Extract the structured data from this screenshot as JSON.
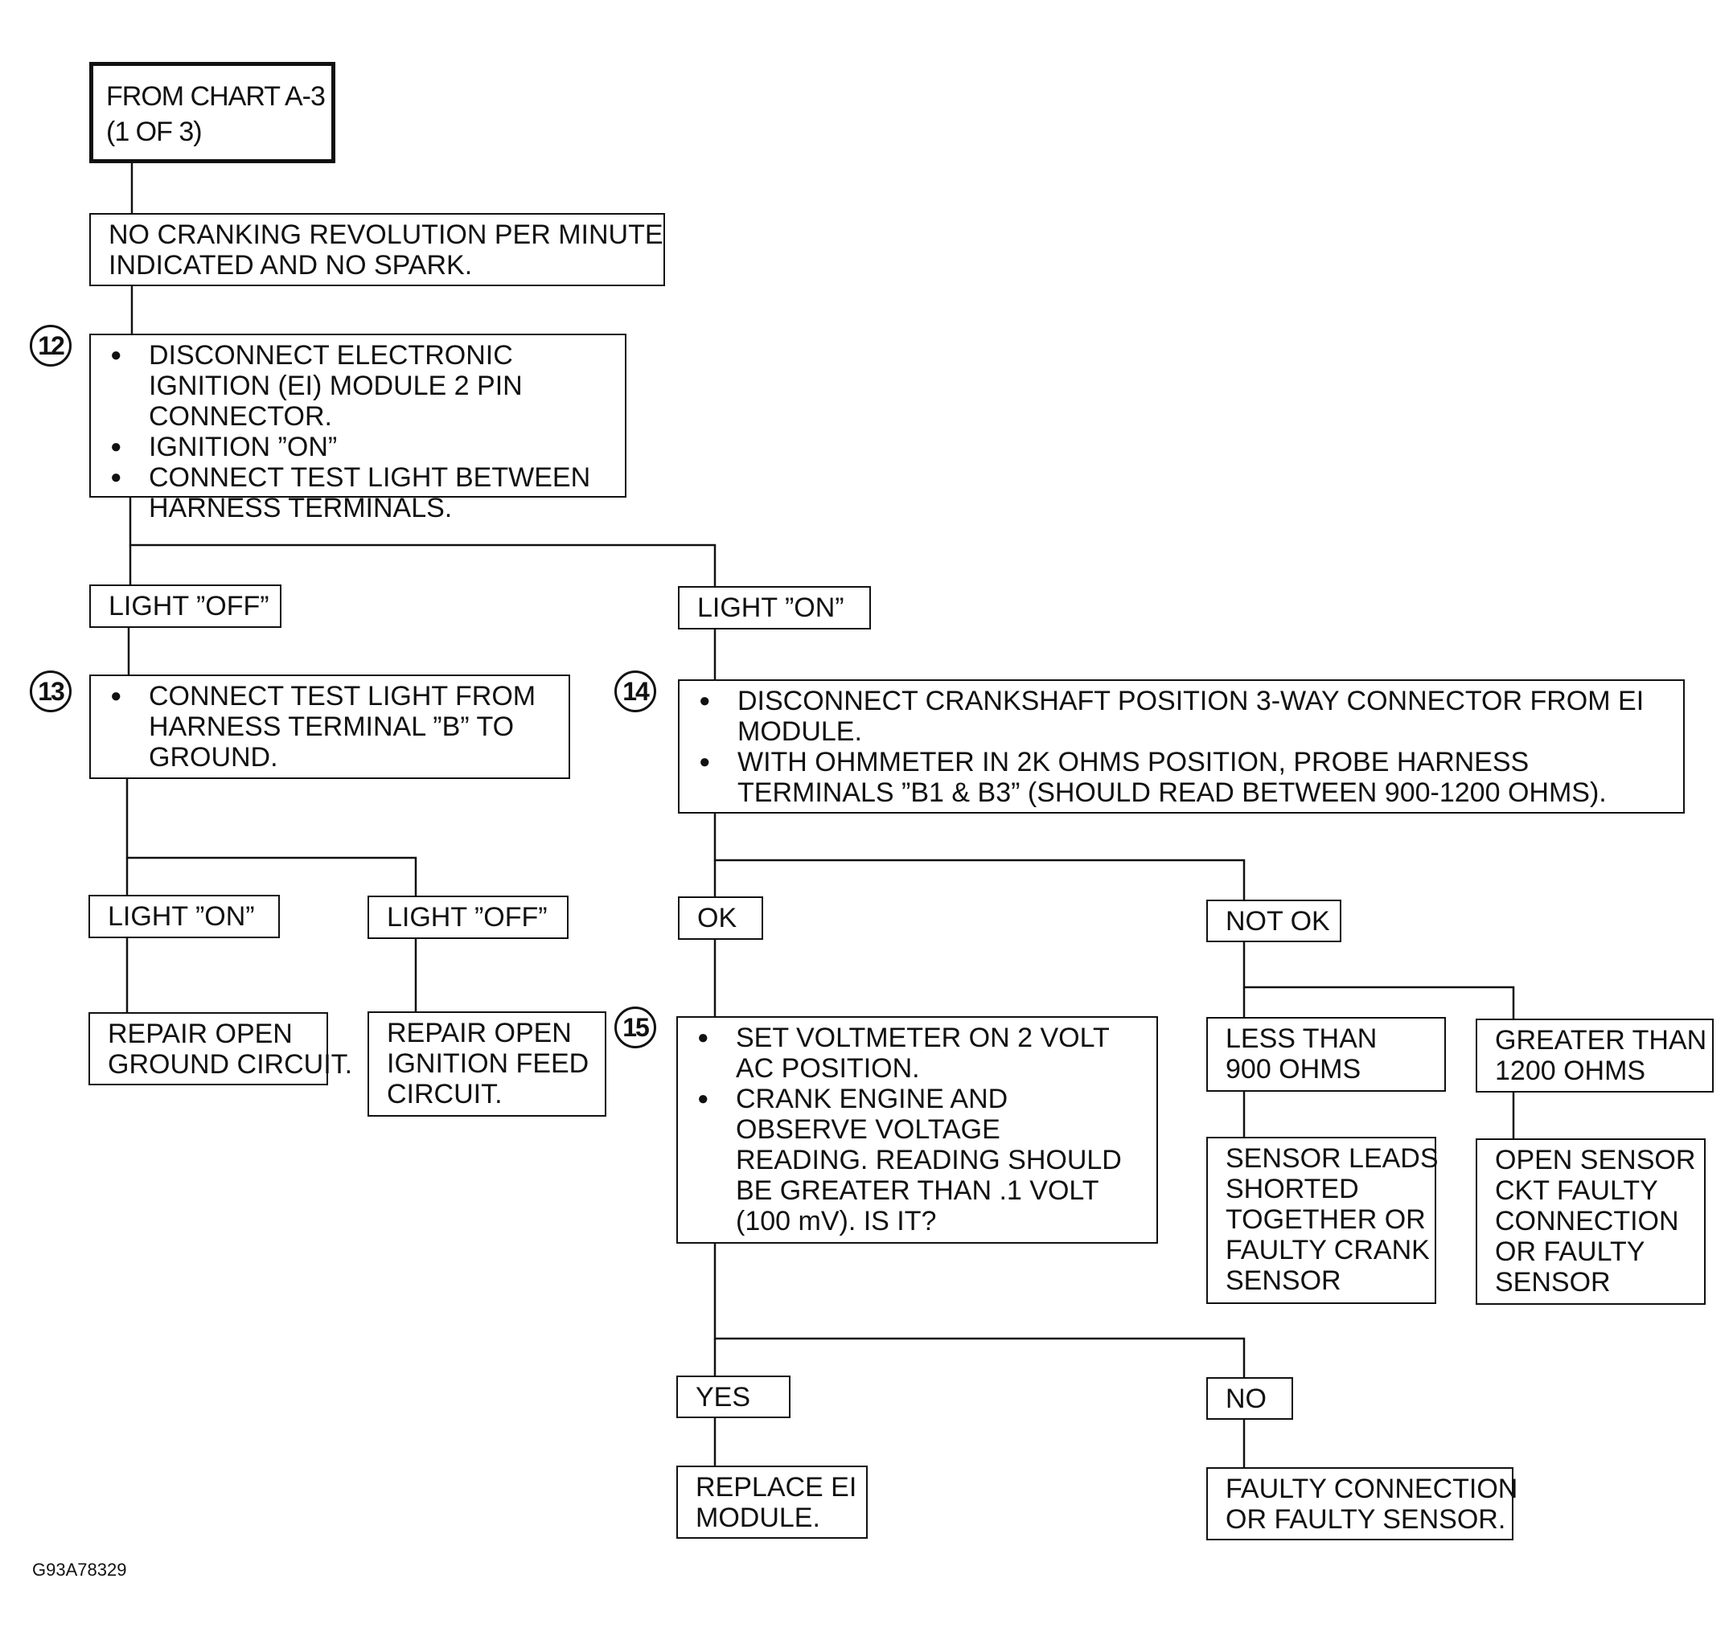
{
  "figure_id": "G93A78329",
  "boxes": {
    "from_chart": [
      "FROM CHART A-3",
      "(1 OF 3)"
    ],
    "no_crank": [
      "NO CRANKING REVOLUTION PER MINUTE",
      "INDICATED AND NO SPARK."
    ],
    "step12": [
      "DISCONNECT ELECTRONIC IGNITION (EI) MODULE 2 PIN CONNECTOR.",
      "IGNITION ”ON”",
      "CONNECT TEST LIGHT BETWEEN HARNESS TERMINALS."
    ],
    "light_off_1": "LIGHT ”OFF”",
    "light_on_1": "LIGHT ”ON”",
    "step13": [
      "CONNECT TEST LIGHT FROM HARNESS TERMINAL ”B” TO GROUND."
    ],
    "step14": [
      "DISCONNECT CRANKSHAFT POSITION 3-WAY CONNECTOR FROM EI MODULE.",
      "WITH OHMMETER IN 2K OHMS POSITION, PROBE HARNESS TERMINALS ”B1 & B3” (SHOULD READ BETWEEN 900-1200 OHMS)."
    ],
    "light_on_2": "LIGHT ”ON”",
    "light_off_2": "LIGHT ”OFF”",
    "ok": "OK",
    "not_ok": "NOT OK",
    "repair_ground": [
      "REPAIR OPEN",
      "GROUND CIRCUIT."
    ],
    "repair_feed": [
      "REPAIR OPEN",
      "IGNITION FEED",
      "CIRCUIT."
    ],
    "step15": [
      "SET VOLTMETER ON 2 VOLT AC POSITION.",
      "CRANK ENGINE AND OBSERVE VOLTAGE READING. READING SHOULD BE GREATER THAN .1 VOLT (100 mV). IS IT?"
    ],
    "less_than": [
      "LESS THAN",
      "900 OHMS"
    ],
    "greater_than": [
      "GREATER THAN",
      "1200 OHMS"
    ],
    "sensor_leads": [
      "SENSOR LEADS",
      "SHORTED",
      "TOGETHER OR",
      "FAULTY CRANK",
      "SENSOR"
    ],
    "open_sensor": [
      "OPEN SENSOR",
      "CKT FAULTY",
      "CONNECTION",
      "OR FAULTY",
      "SENSOR"
    ],
    "yes": "YES",
    "no": "NO",
    "replace_ei": [
      "REPLACE EI",
      "MODULE."
    ],
    "faulty_conn": [
      "FAULTY CONNECTION",
      "OR FAULTY SENSOR."
    ]
  },
  "steps": {
    "s12": "12",
    "s13": "13",
    "s14": "14",
    "s15": "15"
  }
}
